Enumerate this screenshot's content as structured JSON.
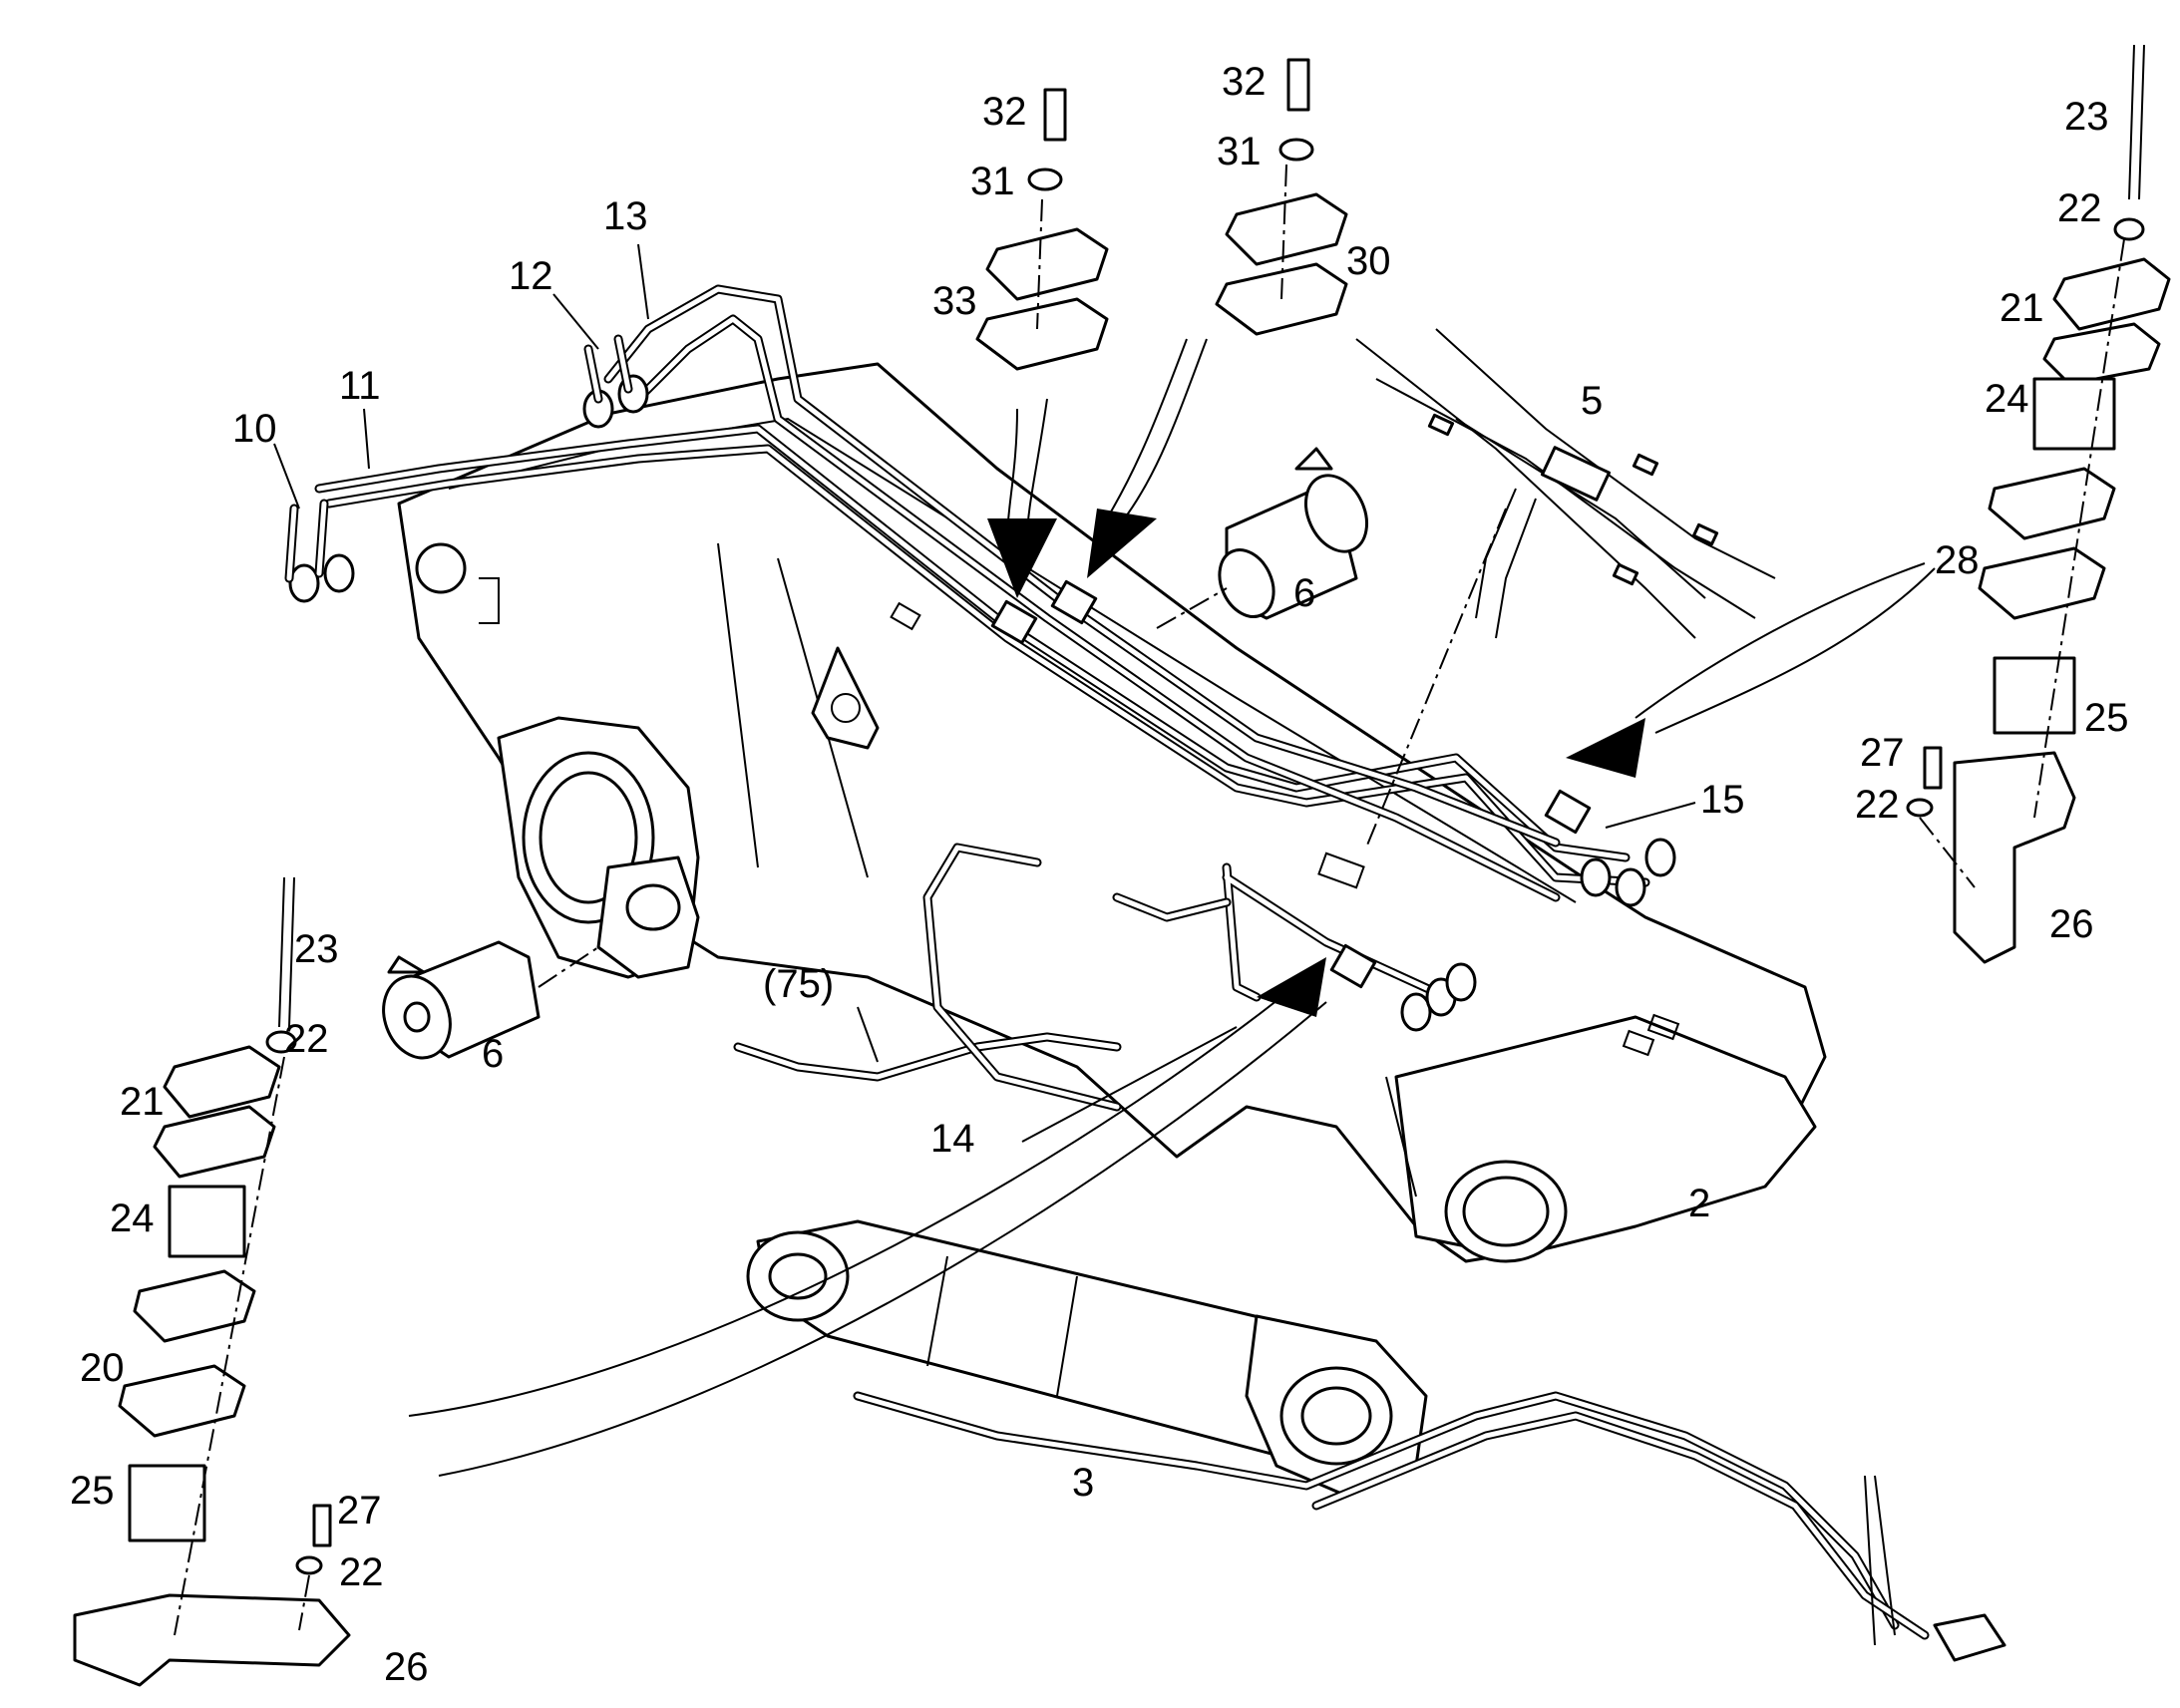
{
  "callouts": {
    "c2": "2",
    "c3": "3",
    "c5": "5",
    "c6a": "6",
    "c6b": "6",
    "c10": "10",
    "c11": "11",
    "c12": "12",
    "c13": "13",
    "c14": "14",
    "c15": "15",
    "c20": "20",
    "c21l": "21",
    "c21r": "21",
    "c22l1": "22",
    "c22l2": "22",
    "c22r1": "22",
    "c22r2": "22",
    "c23l": "23",
    "c23r": "23",
    "c24l": "24",
    "c24r": "24",
    "c25l": "25",
    "c25r": "25",
    "c26l": "26",
    "c26r": "26",
    "c27l": "27",
    "c27r": "27",
    "c28": "28",
    "c30": "30",
    "c31a": "31",
    "c31b": "31",
    "c32a": "32",
    "c32b": "32",
    "c33": "33",
    "c75": "(75)"
  },
  "colors": {
    "line": "#000000",
    "fill": "#ffffff"
  }
}
